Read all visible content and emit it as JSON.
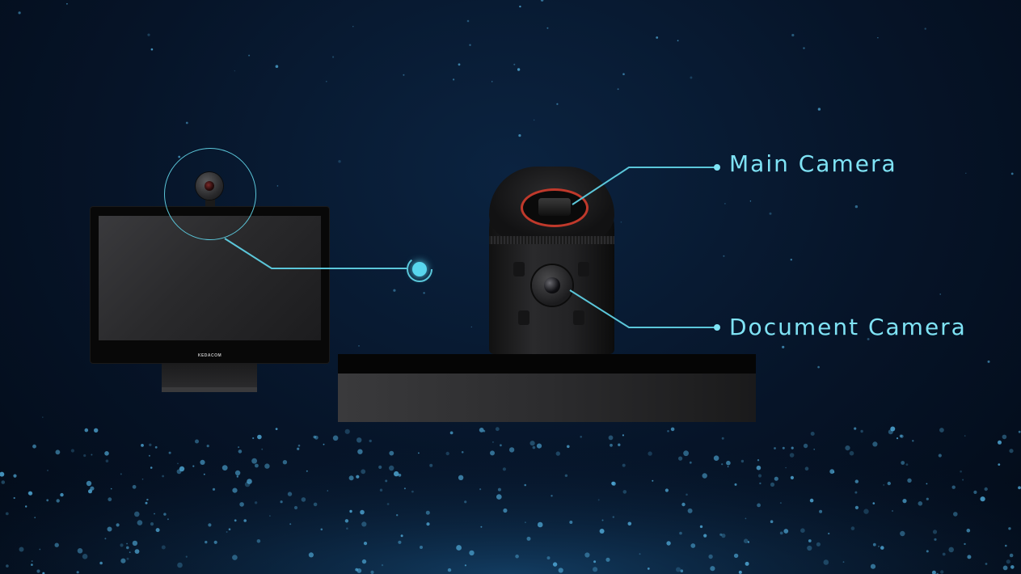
{
  "colors": {
    "background": "#061428",
    "accent": "#5bc6d9",
    "label": "#7fe3f5",
    "lens_ring": "#c0392b"
  },
  "monitor": {
    "brand": "KEDACOM"
  },
  "callouts": {
    "main_camera": "Main Camera",
    "document_camera": "Document Camera"
  }
}
